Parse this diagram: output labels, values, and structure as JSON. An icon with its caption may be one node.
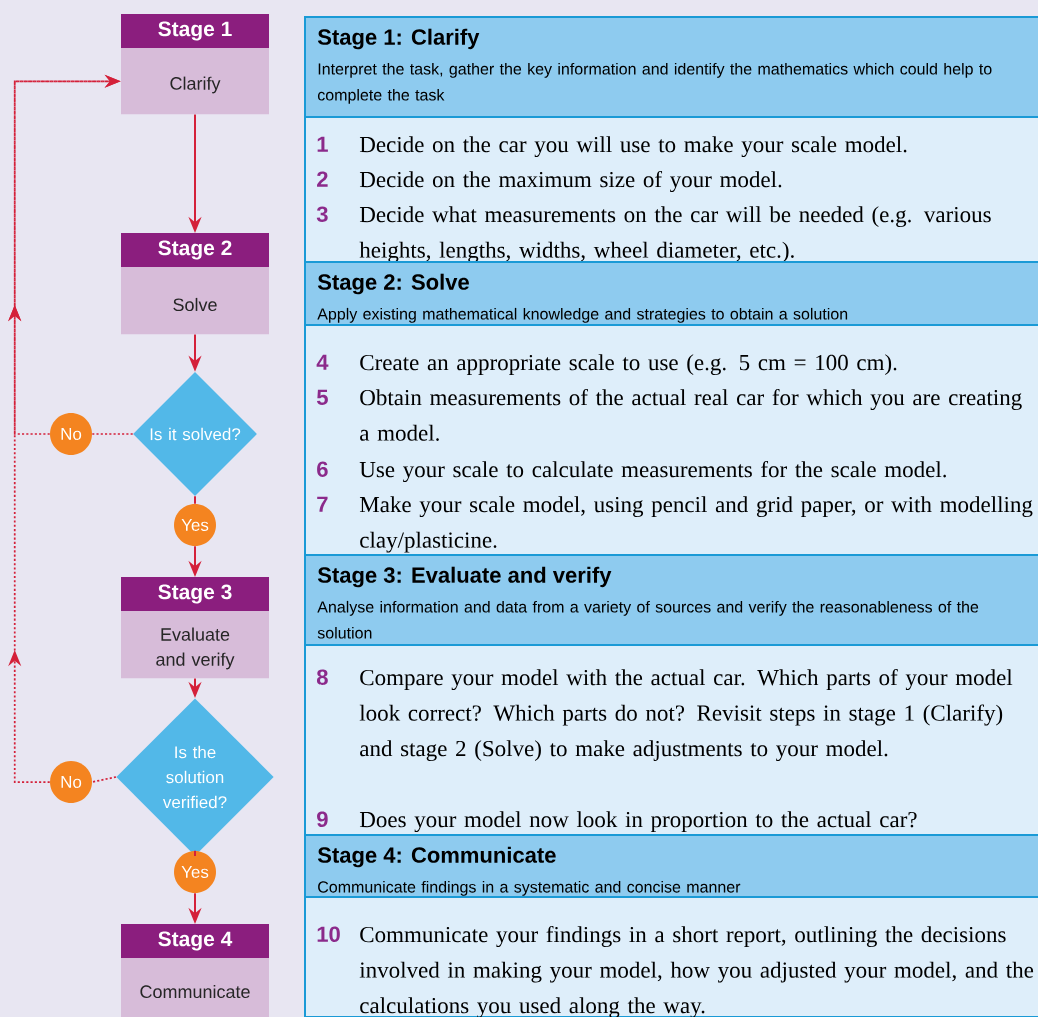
{
  "diagram": {
    "nodes": [
      {
        "text": [
          "Stage 1",
          "Clarify"
        ]
      },
      {
        "text": [
          "Stage 2",
          "Solve"
        ]
      },
      {
        "text": [
          "Is it solved?"
        ]
      },
      {
        "text": [
          "No"
        ]
      },
      {
        "text": [
          "Yes"
        ]
      },
      {
        "text": [
          "Stage 3",
          "Evaluate and verify"
        ]
      },
      {
        "text": [
          "Is the solution verified?"
        ]
      },
      {
        "text": [
          "No"
        ]
      },
      {
        "text": [
          "Yes"
        ]
      },
      {
        "text": [
          "Stage 4",
          "Communicate"
        ]
      },
      {
        "text": [
          "Stage 1: Clarify",
          "Interpret the task, gather the key information and identify the mathematics which could help to complete the task",
          "1",
          "Decide on the car you will use to make your scale model.",
          "2",
          "Decide on the maximum size of your model.",
          "3",
          "Decide what measurements on the car will be needed (e.g. various heights, lengths, widths, wheel diameter, etc.)."
        ]
      },
      {
        "text": [
          "Stage 2: Solve",
          "Apply existing mathematical knowledge and strategies to obtain a solution",
          "4",
          "Create an appropriate scale to use (e.g. 5 cm = 100 cm).",
          "5",
          "Obtain measurements of the actual real car for which you are creating a model.",
          "6",
          "Use your scale to calculate measurements for the scale model.",
          "7",
          "Make your scale model, using pencil and grid paper, or with modelling clay/plasticine."
        ]
      },
      {
        "text": [
          "Stage 3: Evaluate and verify",
          "Analyse information and data from a variety of sources and verify the reasonableness of the solution",
          "8",
          "Compare your model with the actual car. Which parts of your model look correct? Which parts do not? Revisit steps in stage 1 (Clarify) and stage 2 (Solve) to make adjustments to your model.",
          "9",
          "Does your model now look in proportion to the actual car?"
        ]
      },
      {
        "text": [
          "Stage 4: Communicate",
          "Communicate findings in a systematic and concise manner",
          "10",
          "Communicate your findings in a short report, outlining the decisions involved in making your model, how you adjusted your model, and the calculations you used along the way."
        ]
      }
    ],
    "edges": [
      {
        "from": 0,
        "to": 1,
        "arrow": "to"
      },
      {
        "from": 1,
        "to": 2,
        "arrow": "to"
      },
      {
        "from": 2,
        "to": 3,
        "arrow": "none",
        "style": "dashed"
      },
      {
        "from": 3,
        "to": 0,
        "arrow": "to",
        "style": "dashed"
      },
      {
        "from": 2,
        "to": 4,
        "arrow": "none"
      },
      {
        "from": 4,
        "to": 5,
        "arrow": "to"
      },
      {
        "from": 5,
        "to": 6,
        "arrow": "to"
      },
      {
        "from": 6,
        "to": 7,
        "arrow": "none",
        "style": "dashed"
      },
      {
        "from": 7,
        "to": 0,
        "arrow": "to",
        "style": "dashed"
      },
      {
        "from": 6,
        "to": 8,
        "arrow": "none"
      },
      {
        "from": 8,
        "to": 9,
        "arrow": "to"
      }
    ]
  }
}
